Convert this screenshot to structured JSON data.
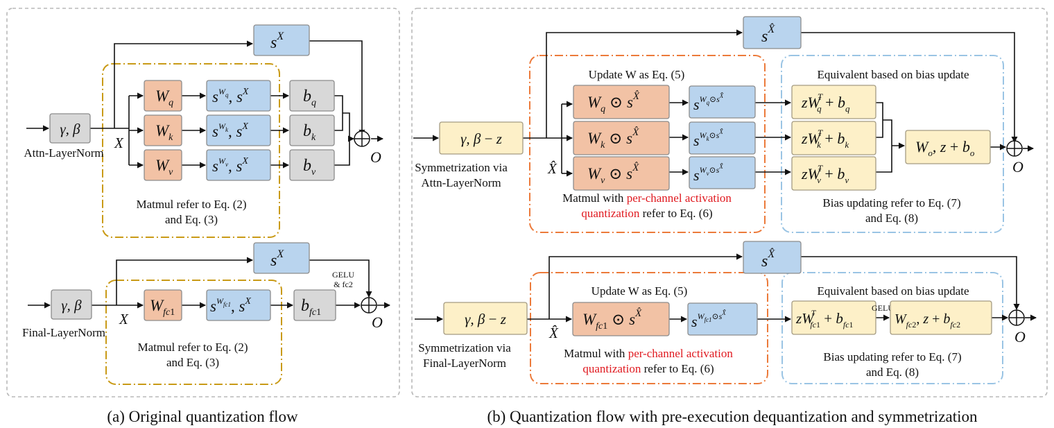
{
  "panel_a": {
    "caption": "(a) Original quantization flow",
    "attn": {
      "ln_label": "Attn-LayerNorm",
      "input_var": "X",
      "output_var": "O",
      "note_line1": "Matmul  refer to Eq. (2)",
      "note_line2": "and Eq. (3)"
    },
    "ffn": {
      "ln_label": "Final-LayerNorm",
      "input_var": "X",
      "output_var": "O",
      "gelu_line1": "GELU",
      "gelu_line2": "& fc2",
      "note_line1": "Matmul  refer to Eq. (2)",
      "note_line2": "and Eq. (3)"
    }
  },
  "panel_b": {
    "caption": "(b) Quantization flow with pre-execution dequantization and symmetrization",
    "attn": {
      "ln_label_line1": "Symmetrization via",
      "ln_label_line2": "Attn-LayerNorm",
      "input_var": "X̂",
      "output_var": "O",
      "update_title": "Update W as Eq. (5)",
      "equiv_title": "Equivalent based on bias update",
      "matmul_note_a": "Matmul with ",
      "matmul_note_red1": "per-channel activation",
      "matmul_note_red2": "quantization",
      "matmul_note_b": "  refer to Eq. (6)",
      "bias_note_line1": "Bias updating refer to Eq. (7)",
      "bias_note_line2": "and Eq. (8)"
    },
    "ffn": {
      "ln_label_line1": "Symmetrization via",
      "ln_label_line2": "Final-LayerNorm",
      "input_var": "X̂",
      "output_var": "O",
      "update_title": "Update W as Eq. (5)",
      "equiv_title": "Equivalent based on bias update",
      "gelu_label": "GELU",
      "matmul_note_a": "Matmul with ",
      "matmul_note_red1": "per-channel activation",
      "matmul_note_red2": "quantization",
      "matmul_note_b": "  refer to Eq. (6)",
      "bias_note_line1": "Bias updating refer to Eq. (7)",
      "bias_note_line2": "and Eq. (8)"
    }
  },
  "colors": {
    "weight_box": "#f2c2a5",
    "scale_box": "#b9d4ee",
    "layernorm_box": "#d8d8d8",
    "symmetrized_box": "#fdf0c8",
    "group_gold": "#c99a16",
    "group_orange": "#ec7a3a",
    "group_blue": "#9ac4e4",
    "highlight_red": "#e0191f"
  }
}
